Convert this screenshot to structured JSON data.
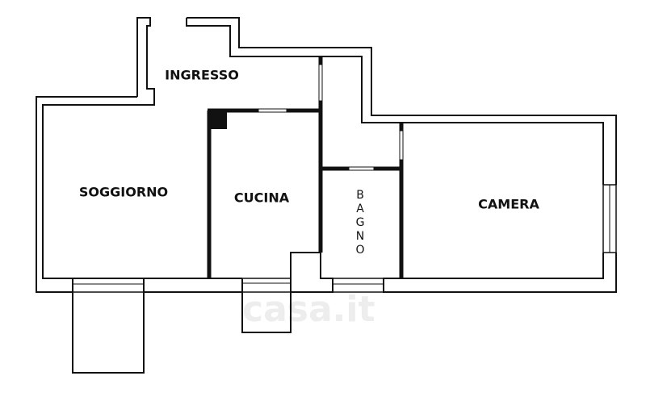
{
  "rooms": {
    "ingresso": "INGRESSO",
    "soggiorno": "SOGGIORNO",
    "cucina": "CUCINA",
    "bagno": "BAGNO",
    "camera": "CAMERA"
  },
  "watermark": "casa.it",
  "colors": {
    "wall": "#111111",
    "background": "#ffffff",
    "watermark": "#ededed"
  }
}
